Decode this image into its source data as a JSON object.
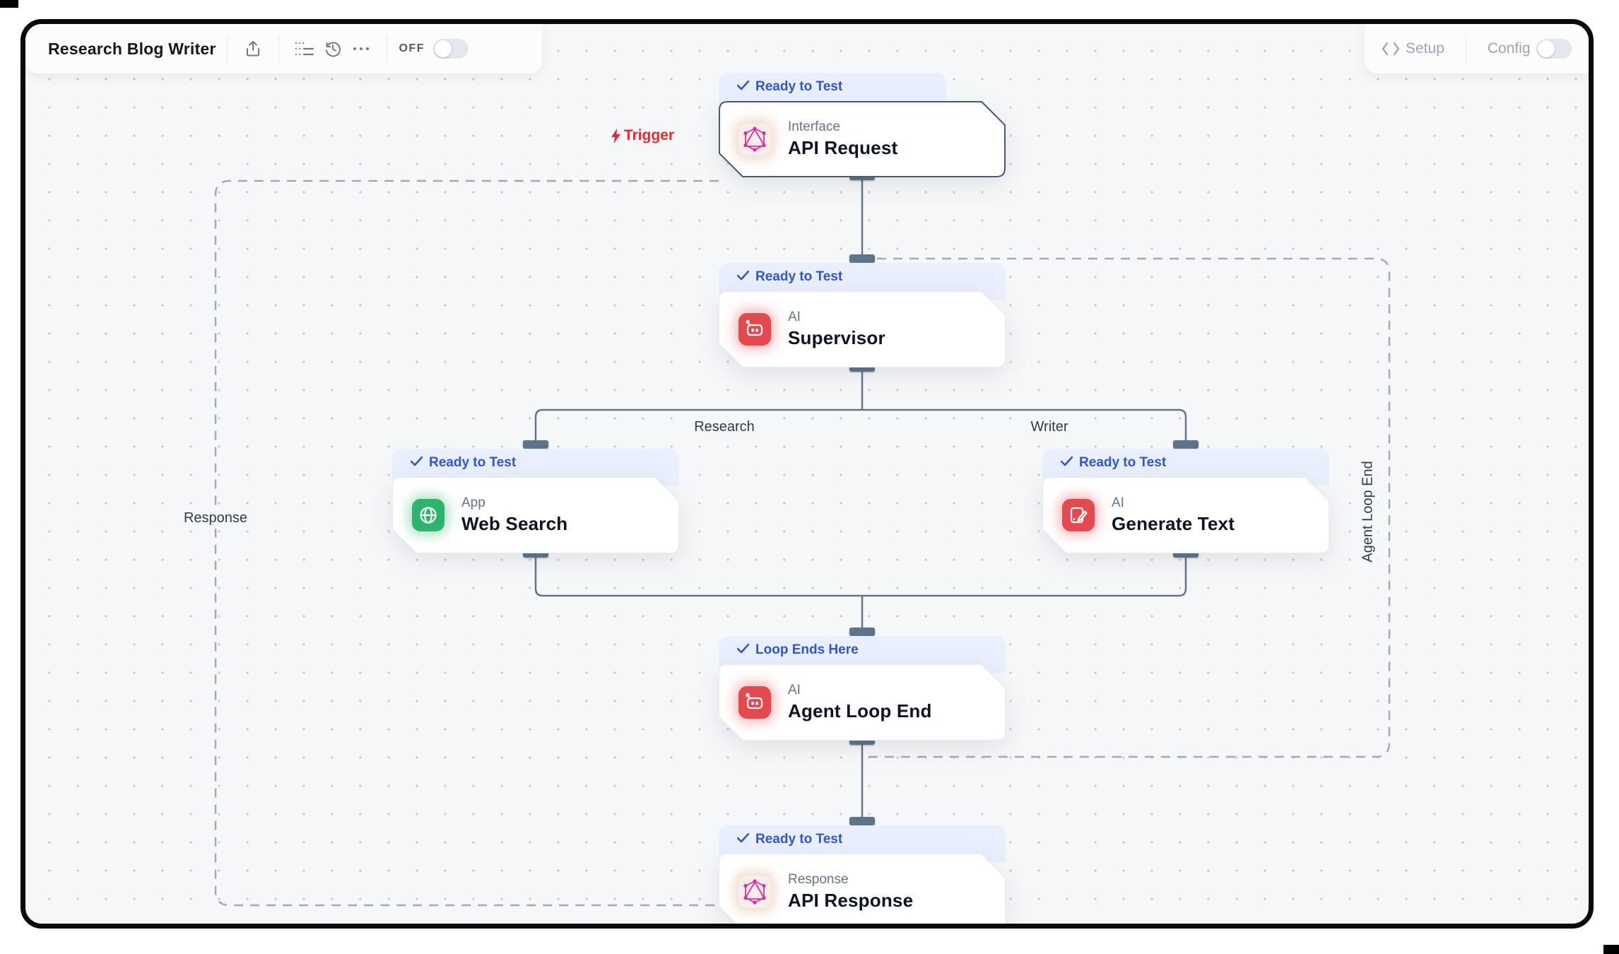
{
  "header": {
    "title": "Research Blog Writer",
    "toolbar_icons": [
      "share-upload-icon",
      "dotted-list-icon",
      "history-icon",
      "ellipsis-icon"
    ],
    "workflow_switch": {
      "label": "OFF",
      "state": "off"
    },
    "setup_label": "Setup",
    "setup_icon": "code-brackets-icon",
    "config_label": "Config",
    "config_switch_state": "off"
  },
  "nodes": [
    {
      "id": "api-request",
      "badge": "Ready to Test",
      "type_label": "Interface",
      "title": "API Request",
      "icon": "graphql-hexagram-icon",
      "accent": "#e12d9b",
      "selected": true
    },
    {
      "id": "supervisor",
      "badge": "Ready to Test",
      "type_label": "AI",
      "title": "Supervisor",
      "icon": "robot-icon",
      "accent": "#e5484d",
      "selected": false
    },
    {
      "id": "web-search",
      "badge": "Ready to Test",
      "type_label": "App",
      "title": "Web Search",
      "icon": "globe-icon",
      "accent": "#2cb56b",
      "selected": false
    },
    {
      "id": "generate-text",
      "badge": "Ready to Test",
      "type_label": "AI",
      "title": "Generate Text",
      "icon": "document-pen-icon",
      "accent": "#e5484d",
      "selected": false
    },
    {
      "id": "agent-loop-end",
      "badge": "Loop Ends Here",
      "type_label": "AI",
      "title": "Agent Loop End",
      "icon": "robot-icon",
      "accent": "#e5484d",
      "selected": false
    },
    {
      "id": "api-response",
      "badge": "Ready to Test",
      "type_label": "Response",
      "title": "API Response",
      "icon": "graphql-hexagram-icon",
      "accent": "#e12d9b",
      "selected": false
    }
  ],
  "edge_labels": {
    "trigger": "Trigger",
    "research_branch": "Research",
    "writer_branch": "Writer",
    "response_loop": "Response",
    "agent_loop": "Agent Loop End"
  },
  "colors": {
    "canvas": "#f6f7f9",
    "badge_bg": "#e9effc",
    "badge_text": "#3056d3",
    "wire": "#64748b",
    "dashed_wire": "#a2a9b4",
    "trigger_red": "#e22c2c",
    "ai_red": "#e5484d",
    "app_green": "#2cb56b",
    "interface_pink": "#e12d9b",
    "frame_border": "#0a0a0c"
  }
}
